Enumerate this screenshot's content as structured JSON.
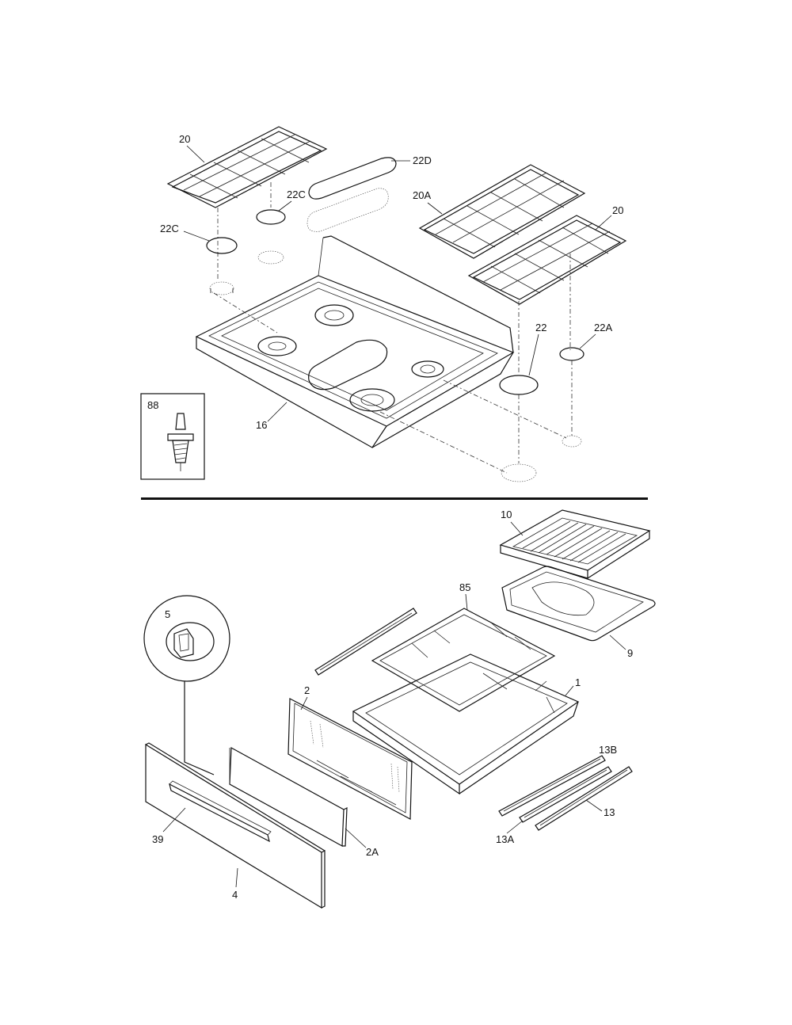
{
  "labels": {
    "grate_left": "20",
    "cap_center_oval": "22D",
    "cap_center_small": "22C",
    "cap_left": "22C",
    "grate_right_back": "20A",
    "grate_right_front": "20",
    "cap_right_small": "22A",
    "cap_right_large": "22",
    "cooktop": "16",
    "inset_part": "88",
    "broiler_grid": "10",
    "frame": "85",
    "broiler_pan": "9",
    "knob_detail": "5",
    "broiler_compartment": "1",
    "inner_panel": "2",
    "glide_13B": "13B",
    "glide_13": "13",
    "glide_13A": "13A",
    "handle": "39",
    "drawer_panel_2A": "2A",
    "drawer_front": "4"
  }
}
